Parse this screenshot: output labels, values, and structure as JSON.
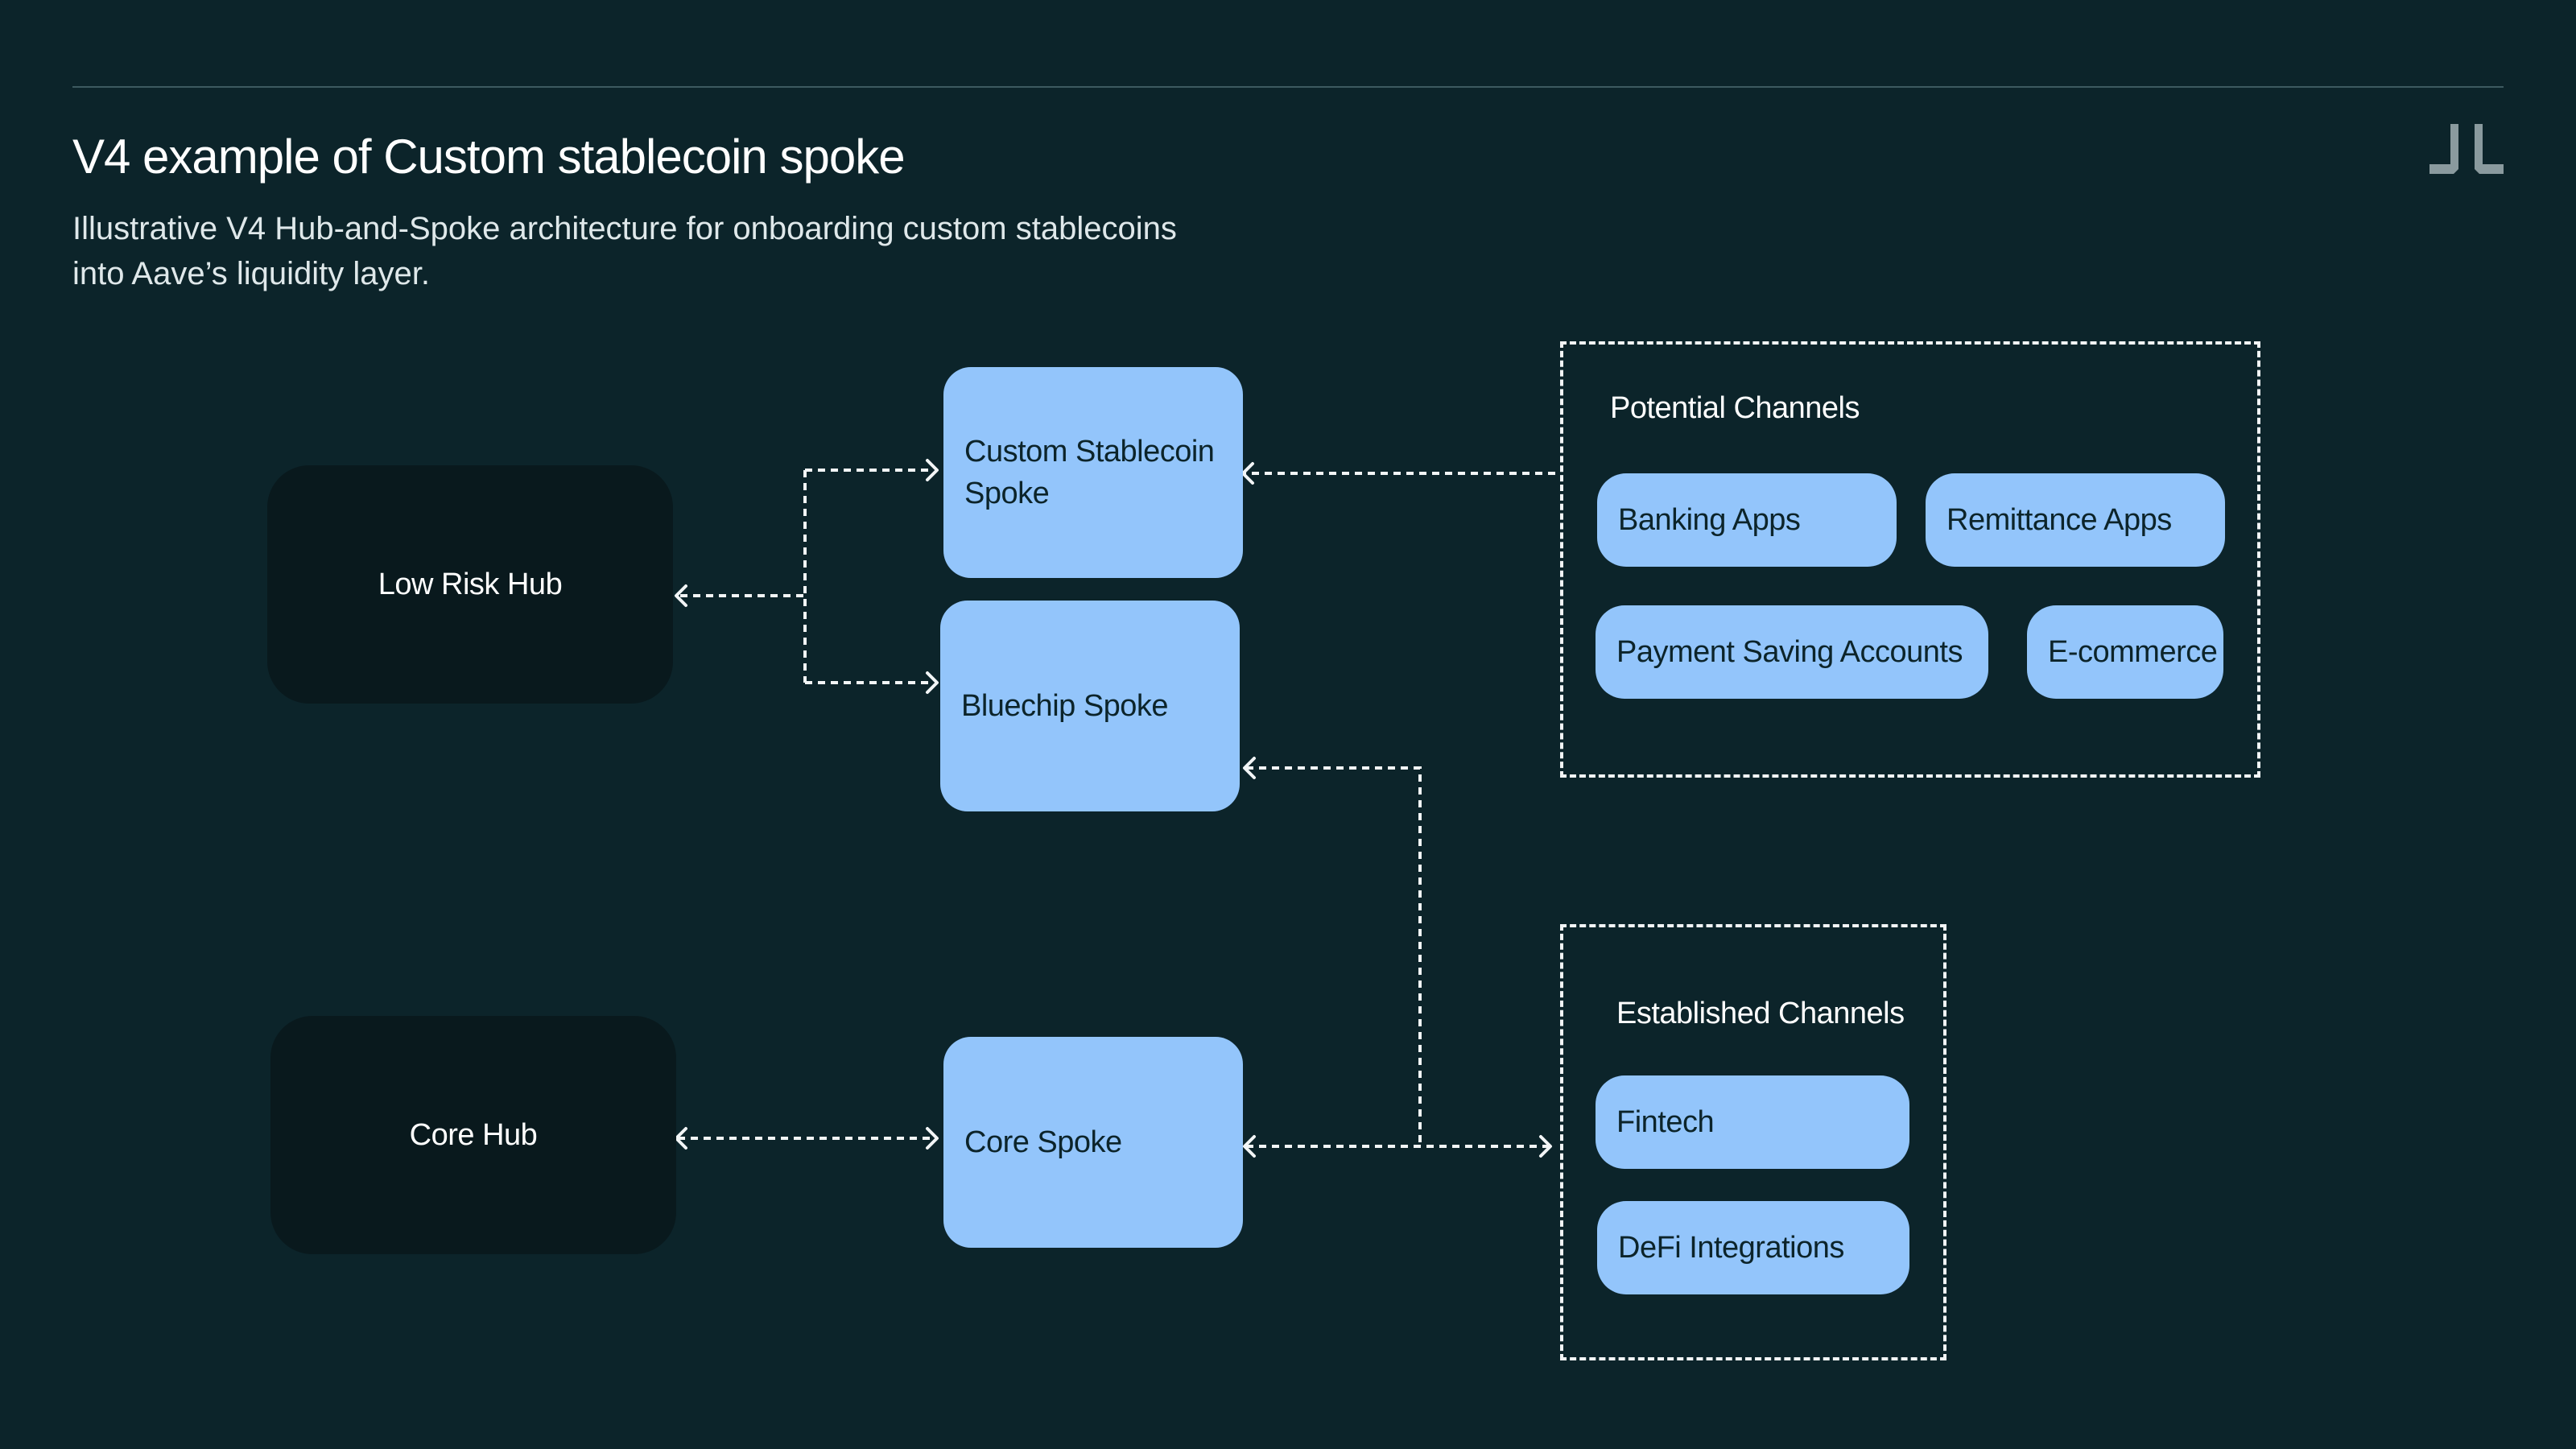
{
  "header": {
    "title": "V4 example of Custom stablecoin spoke",
    "subtitle": "Illustrative V4 Hub-and-Spoke architecture for onboarding custom stablecoins into Aave’s liquidity layer.",
    "logo_icon": "aave-logo-icon"
  },
  "colors": {
    "background": "#0c242a",
    "hub": "#09191d",
    "spoke": "#93c5fb",
    "text_light": "#ffffff",
    "text_dark": "#0c242a"
  },
  "hubs": {
    "low_risk": "Low Risk Hub",
    "core": "Core Hub"
  },
  "spokes": {
    "custom_stablecoin": "Custom Stablecoin Spoke",
    "bluechip": "Bluechip Spoke",
    "core": "Core Spoke"
  },
  "potential_channels": {
    "label": "Potential Channels",
    "items": [
      "Banking Apps",
      "Remittance Apps",
      "Payment Saving Accounts",
      "E-commerce"
    ]
  },
  "established_channels": {
    "label": "Established Channels",
    "items": [
      "Fintech",
      "DeFi Integrations"
    ]
  }
}
